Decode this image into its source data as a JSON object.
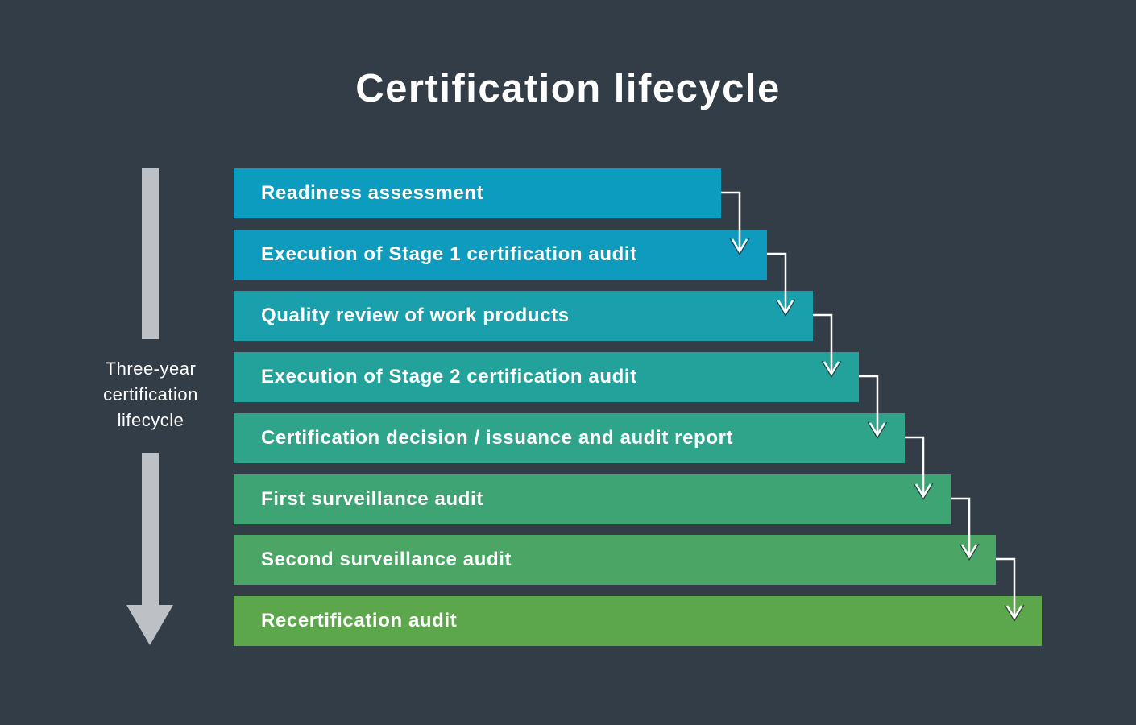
{
  "title": "Certification lifecycle",
  "timeline": {
    "label_lines": [
      "Three-year",
      "certification",
      "lifecycle"
    ]
  },
  "steps": [
    {
      "label": "Readiness assessment",
      "color": "#0b9cc0"
    },
    {
      "label": "Execution of Stage 1 certification audit",
      "color": "#0e9bbd"
    },
    {
      "label": "Quality review of work products",
      "color": "#1a9fad"
    },
    {
      "label": "Execution of Stage 2 certification audit",
      "color": "#22a29b"
    },
    {
      "label": "Certification decision / issuance and audit report",
      "color": "#2fa48a"
    },
    {
      "label": "First surveillance audit",
      "color": "#3ea474"
    },
    {
      "label": "Second surveillance audit",
      "color": "#4ba565"
    },
    {
      "label": "Recertification audit",
      "color": "#5ca74b"
    }
  ],
  "colors": {
    "background": "#333d47",
    "timeline_arrow": "#bdc1c6",
    "connector": "#ffffff"
  }
}
